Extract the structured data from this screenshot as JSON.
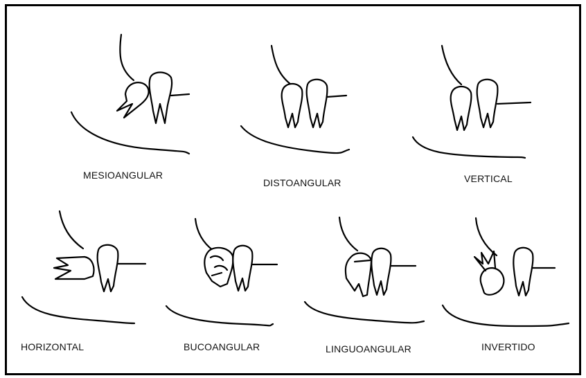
{
  "figures": [
    {
      "key": "mesioangular",
      "label": "MESIOANGULAR"
    },
    {
      "key": "distoangular",
      "label": "DISTOANGULAR"
    },
    {
      "key": "vertical",
      "label": "VERTICAL"
    },
    {
      "key": "horizontal",
      "label": "HORIZONTAL"
    },
    {
      "key": "bucoangular",
      "label": "BUCOANGULAR"
    },
    {
      "key": "linguoangular",
      "label": "LINGUOANGULAR"
    },
    {
      "key": "invertido",
      "label": "INVERTIDO"
    }
  ]
}
